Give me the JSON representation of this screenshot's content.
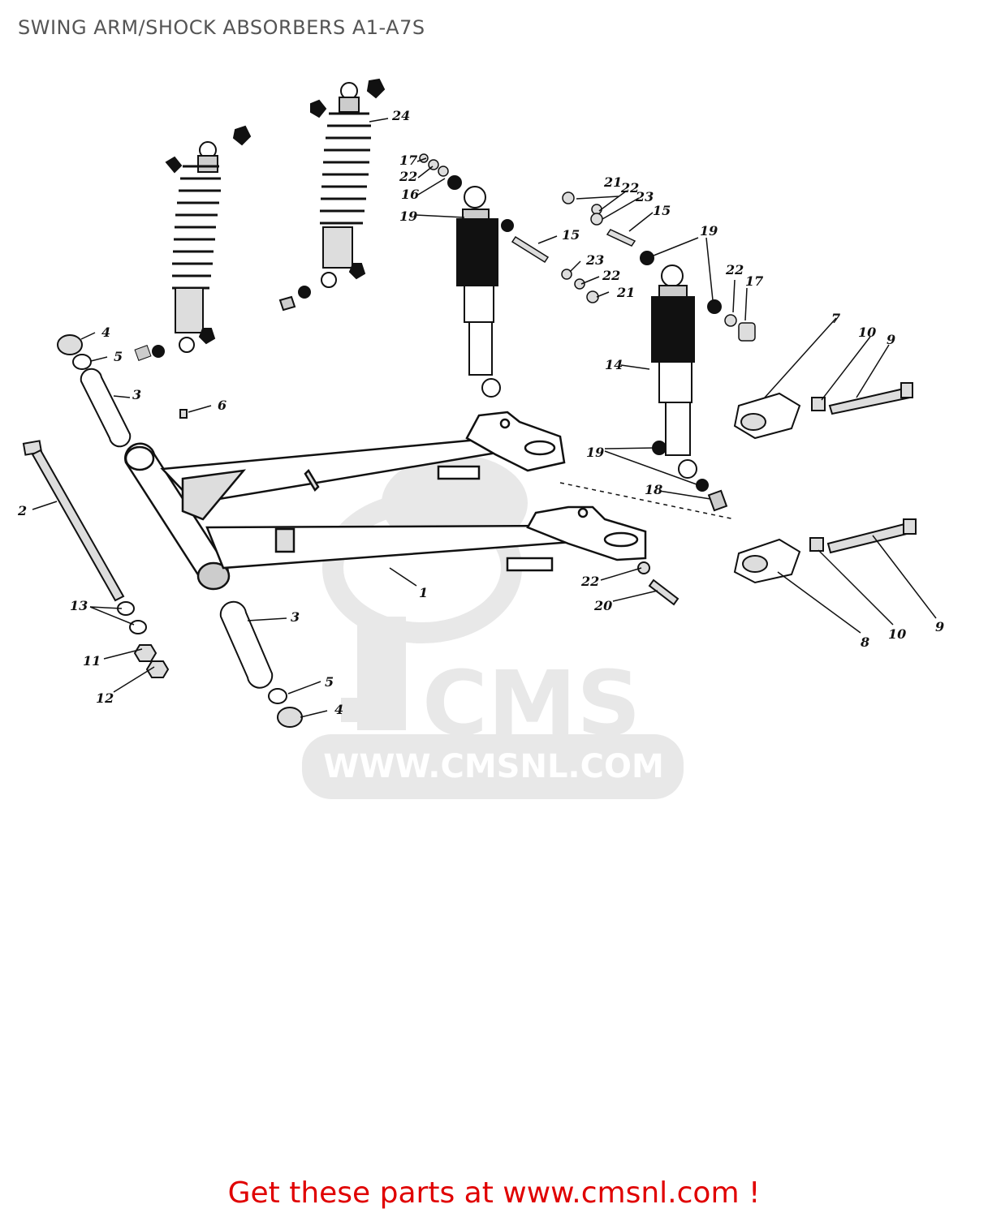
{
  "page": {
    "title": "SWING ARM/SHOCK ABSORBERS A1-A7S",
    "footer_text": "Get these parts at www.cmsnl.com !"
  },
  "watermark": {
    "logo_text": "CMS",
    "url_text": "WWW.CMSNL.COM"
  },
  "callouts": {
    "c1": "1",
    "c2": "2",
    "c3a": "3",
    "c3b": "3",
    "c4a": "4",
    "c4b": "4",
    "c5a": "5",
    "c5b": "5",
    "c6": "6",
    "c7": "7",
    "c8": "8",
    "c9a": "9",
    "c9b": "9",
    "c10a": "10",
    "c10b": "10",
    "c11": "11",
    "c12": "12",
    "c13": "13",
    "c14": "14",
    "c15a": "15",
    "c15b": "15",
    "c16": "16",
    "c17a": "17",
    "c17b": "17",
    "c18": "18",
    "c19a": "19",
    "c19b": "19",
    "c19c": "19",
    "c20": "20",
    "c21a": "21",
    "c21b": "21",
    "c22a": "22",
    "c22b": "22",
    "c22c": "22",
    "c22d": "22",
    "c22e": "22",
    "c23a": "23",
    "c23b": "23",
    "c24": "24"
  },
  "colors": {
    "title": "#555555",
    "footer": "#e00000",
    "ink": "#111111",
    "watermark": "#e6e6e6"
  }
}
